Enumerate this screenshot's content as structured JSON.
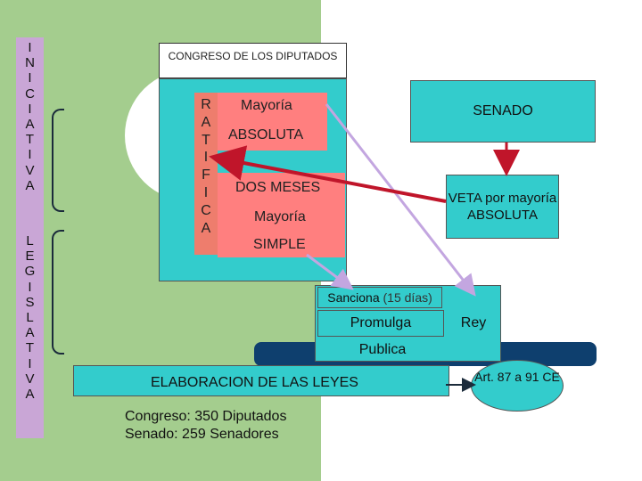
{
  "iniciativa_letters": [
    "I",
    "N",
    "I",
    "C",
    "I",
    "A",
    "T",
    "I",
    "V",
    "A"
  ],
  "legislativa_letters": [
    "L",
    "E",
    "G",
    "I",
    "S",
    "L",
    "A",
    "T",
    "I",
    "V",
    "A"
  ],
  "congreso": {
    "title": "CONGRESO DE LOS DIPUTADOS",
    "iniciativa_letters": [
      "R",
      "A",
      "T",
      "I",
      "F",
      "I",
      "C",
      "A"
    ],
    "mayoria1": "Mayoría",
    "absoluta": "ABSOLUTA",
    "dos_meses": "DOS MESES",
    "mayoria2": "Mayoría",
    "simple": "SIMPLE"
  },
  "senado": {
    "label": "SENADO"
  },
  "veta": {
    "label": "VETA por mayoría ABSOLUTA"
  },
  "rey": {
    "sanciona": "Sanciona",
    "sanciona_detail": "(15 días)",
    "promulga": "Promulga",
    "publica": "Publica",
    "rey": "Rey"
  },
  "elaboracion": "ELABORACION DE LAS LEYES",
  "articulos": "Art. 87 a 91 CE",
  "composicion": {
    "congreso": "Congreso: 350 Diputados",
    "senado": "Senado:  259  Senadores"
  },
  "colors": {
    "green": "#a4cd8e",
    "teal": "#33cccc",
    "salmon": "#ff7f7f",
    "navy": "#0e3f6e",
    "purple": "#c9a6d6",
    "arrow_red": "#c0152a",
    "arrow_lavender": "#c3a6e0"
  }
}
